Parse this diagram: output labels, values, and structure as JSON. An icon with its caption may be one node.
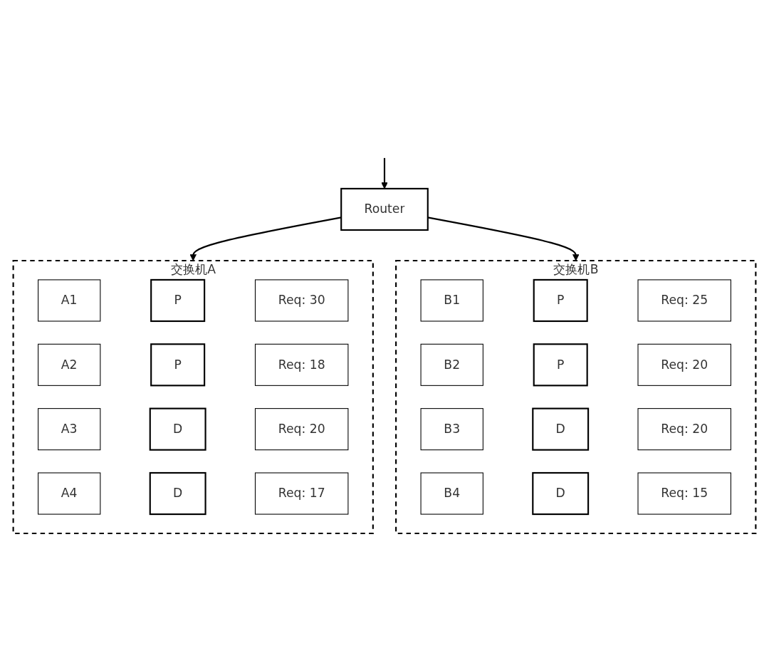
{
  "diagram": {
    "nodes": [
      {
        "text": [
          "Router"
        ]
      },
      {
        "text": [
          "交换机A"
        ]
      },
      {
        "text": [
          "A1"
        ],
        "in": 1
      },
      {
        "text": [
          "P"
        ],
        "in": 1
      },
      {
        "text": [
          "Req: 30"
        ],
        "in": 1
      },
      {
        "text": [
          "A2"
        ],
        "in": 1
      },
      {
        "text": [
          "P"
        ],
        "in": 1
      },
      {
        "text": [
          "Req: 18"
        ],
        "in": 1
      },
      {
        "text": [
          "A3"
        ],
        "in": 1
      },
      {
        "text": [
          "D"
        ],
        "in": 1
      },
      {
        "text": [
          "Req: 20"
        ],
        "in": 1
      },
      {
        "text": [
          "A4"
        ],
        "in": 1
      },
      {
        "text": [
          "D"
        ],
        "in": 1
      },
      {
        "text": [
          "Req: 17"
        ],
        "in": 1
      },
      {
        "text": [
          "交换机B"
        ]
      },
      {
        "text": [
          "B1"
        ],
        "in": 14
      },
      {
        "text": [
          "P"
        ],
        "in": 14
      },
      {
        "text": [
          "Req: 25"
        ],
        "in": 14
      },
      {
        "text": [
          "B2"
        ],
        "in": 14
      },
      {
        "text": [
          "P"
        ],
        "in": 14
      },
      {
        "text": [
          "Req: 20"
        ],
        "in": 14
      },
      {
        "text": [
          "B3"
        ],
        "in": 14
      },
      {
        "text": [
          "D"
        ],
        "in": 14
      },
      {
        "text": [
          "Req: 20"
        ],
        "in": 14
      },
      {
        "text": [
          "B4"
        ],
        "in": 14
      },
      {
        "text": [
          "D"
        ],
        "in": 14
      },
      {
        "text": [
          "Req: 15"
        ],
        "in": 14
      }
    ],
    "edges": [
      {
        "from": null,
        "to": 0,
        "arrow": "to"
      },
      {
        "from": 0,
        "to": 1,
        "arrow": "to"
      },
      {
        "from": 0,
        "to": 14,
        "arrow": "to"
      }
    ]
  }
}
